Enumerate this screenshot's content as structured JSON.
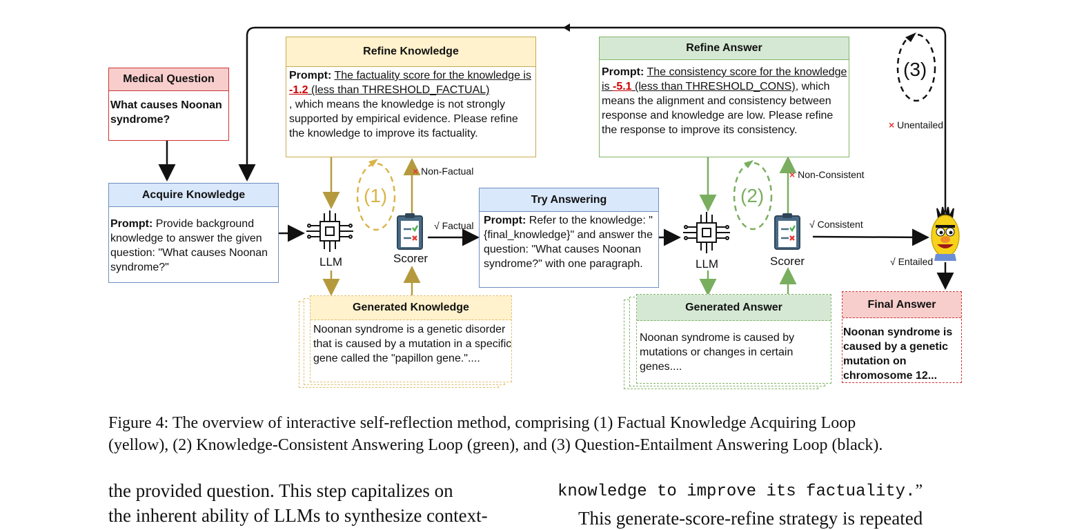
{
  "diagram": {
    "medical_question": {
      "title": "Medical Question",
      "text": "What causes Noonan syndrome?"
    },
    "acquire": {
      "title": "Acquire Knowledge",
      "prompt_label": "Prompt:",
      "prompt": " Provide background knowledge to answer the given question: \"What causes Noonan syndrome?\""
    },
    "refine_knowledge": {
      "title": "Refine Knowledge",
      "prompt_label": "Prompt:",
      "u1": "The factuality score for the knowledge is ",
      "score": "-1.2",
      "u2": " (less than THRESHOLD_FACTUAL)",
      "rest": ", which means the knowledge is not strongly supported by empirical evidence. Please refine the knowledge to improve its factuality."
    },
    "generated_knowledge": {
      "title": "Generated Knowledge",
      "text": "Noonan syndrome is a genetic disorder that is caused by a mutation in a specific gene called the \"papillon gene.\"...."
    },
    "try_answering": {
      "title": "Try Answering",
      "prompt_label": "Prompt:",
      "prompt": " Refer to the knowledge: \"{final_knowledge}\" and answer the question: \"What causes Noonan syndrome?\" with one paragraph."
    },
    "refine_answer": {
      "title": "Refine Answer",
      "prompt_label": "Prompt:",
      "u1": "The consistency score for the knowledge is ",
      "score": "-5.1",
      "u2": " (less than THRESHOLD_CONS)",
      "rest": ", which means the alignment and consistency between response and knowledge are low. Please refine the response to improve its consistency."
    },
    "generated_answer": {
      "title": "Generated Answer",
      "text": "Noonan syndrome is caused by mutations or changes in certain genes...."
    },
    "final_answer": {
      "title": "Final Answer",
      "text": "Noonan syndrome is caused by a genetic mutation on chromosome 12..."
    },
    "labels": {
      "llm": "LLM",
      "scorer": "Scorer",
      "non_factual": "Non-Factual",
      "factual": "√ Factual",
      "non_consistent": "Non-Consistent",
      "consistent": "√ Consistent",
      "unentailed": "Unentailed",
      "entailed": "√ Entailed",
      "loop1": "(1)",
      "loop2": "(2)",
      "loop3": "(3)",
      "cross": "×"
    }
  },
  "caption": {
    "line1": "Figure 4: The overview of interactive self-reflection method, comprising (1) Factual Knowledge Acquiring Loop",
    "line2": "(yellow), (2) Knowledge-Consistent Answering Loop (green), and (3) Question-Entailment Answering Loop (black)."
  },
  "body": {
    "left1": "the provided question.  This step capitalizes on",
    "left2": "the inherent ability of LLMs to synthesize context-",
    "right_mono": "knowledge to improve its factuality.",
    "right_quote": "”",
    "right2": "This generate-score-refine strategy is repeated"
  },
  "colors": {
    "yellow_border": "#c9a94f",
    "yellow_fill": "#fff2cc",
    "green_border": "#82b366",
    "green_fill": "#d5e8d4",
    "blue_border": "#6c8ebf",
    "blue_fill": "#dae8fc",
    "red_border": "#cc3333",
    "red_fill": "#f8cecc",
    "gold_arrow": "#b59a3d",
    "green_arrow": "#7aae5f"
  }
}
